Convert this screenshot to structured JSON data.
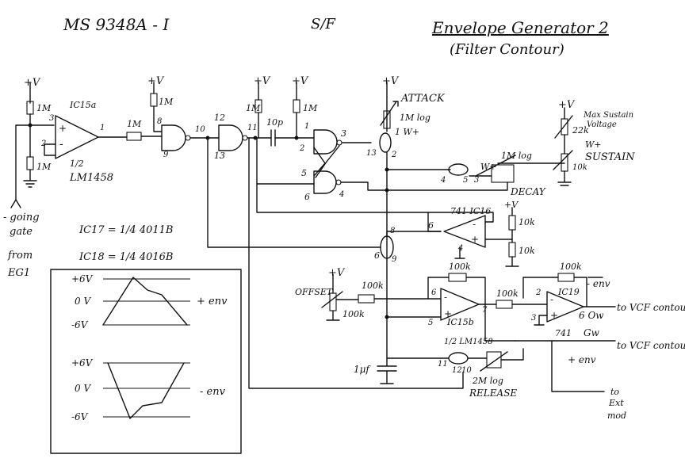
{
  "header": {
    "part_number": "MS 9348A - I",
    "sheet_code": "S/F",
    "title": "Envelope Generator 2",
    "subtitle": "(Filter Contour)"
  },
  "supply": {
    "plus_v": "+V"
  },
  "input": {
    "gate_label": [
      "- going",
      "gate",
      "from",
      "EG1"
    ],
    "bias_res": "1M",
    "pin3": "3",
    "pin2": "2",
    "pin1": "1"
  },
  "ic15a": {
    "label": "IC15a",
    "desc": [
      "1/2",
      "LM1458"
    ]
  },
  "gates": {
    "r_series": "1M",
    "r_pull": "1M",
    "r_pull2": "1M",
    "r_pull3": "1M",
    "cap": "10p",
    "pins": {
      "g1_in": "8",
      "g1_out": "10",
      "g1_b": "9",
      "g2_in": "12",
      "g2_b": "13",
      "g2_out": "11",
      "ff_1": "1",
      "ff_2": "2",
      "ff_3": "3",
      "ff_4": "4",
      "ff_5": "5",
      "ff_6": "6"
    }
  },
  "legend": {
    "ic17": "IC17 = 1/4 4011B",
    "ic18": "IC18 = 1/4 4016B"
  },
  "attack": {
    "label": "ATTACK",
    "pot": "1M log",
    "cap": "1 W+",
    "pin13": "13",
    "pin2": "2"
  },
  "sustain": {
    "pot_note": [
      "Max Sustain",
      "Voltage"
    ],
    "res": "22k",
    "pot": "10k",
    "label": "SUSTAIN",
    "wiper": "W+"
  },
  "decay": {
    "label": "DECAY",
    "pot": "1M log",
    "wiper": "W+",
    "pins": [
      "4",
      "5",
      "3"
    ]
  },
  "ic16": {
    "label": "741 IC16",
    "res_a": "10k",
    "res_b": "10k",
    "pin6": "6",
    "pin4": "4"
  },
  "switch_mid": {
    "pins": [
      "8",
      "6",
      "9"
    ]
  },
  "offset": {
    "label": "OFFSET",
    "res": "100k",
    "pot": "100k"
  },
  "ic15b": {
    "label": "IC15b",
    "res_fb": "100k",
    "res_out": "100k",
    "pins": [
      "6",
      "5",
      "7"
    ]
  },
  "ic19": {
    "label": "IC19",
    "res": "100k",
    "pins": [
      "2",
      "3",
      "6"
    ],
    "part": "741"
  },
  "outputs": {
    "plus_env_label": "- env",
    "to_vcf": "to VCF contour",
    "to_vcf2": "to VCF contour",
    "plus_env": "+ env",
    "ext": [
      "to",
      "Ext",
      "mod"
    ],
    "out_a": "6 Ow",
    "out_b": "Gw"
  },
  "release": {
    "label": "RELEASE",
    "pot": "2M log",
    "pins": [
      "11",
      "12",
      "10"
    ],
    "ic": "1/2 LM1458"
  },
  "cap_main": {
    "value": "1μf"
  },
  "scope": {
    "top_levels": [
      "+6V",
      "0 V",
      "-6V"
    ],
    "top_label": "+ env",
    "bot_levels": [
      "+6V",
      "0 V",
      "-6V"
    ],
    "bot_label": "- env"
  }
}
